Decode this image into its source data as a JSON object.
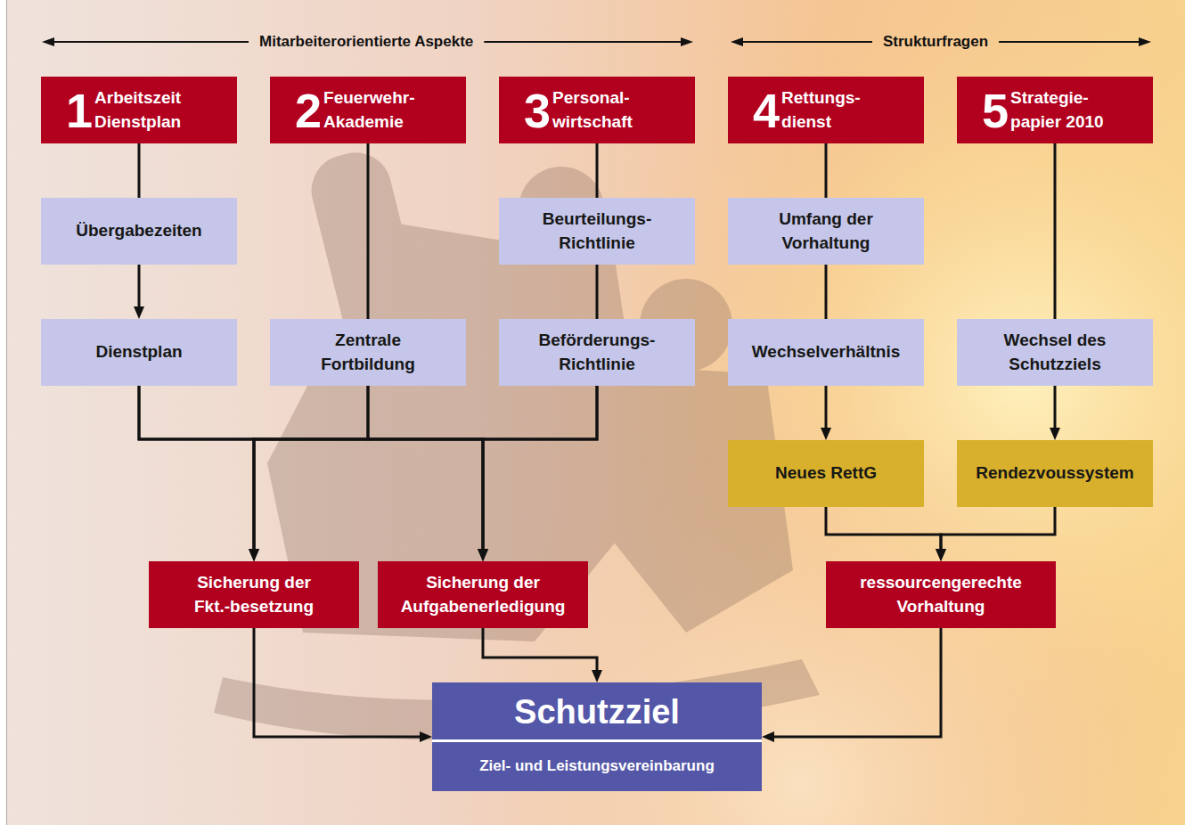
{
  "diagram": {
    "nodes": [
      {
        "text": [
          "1",
          "Arbeitszeit Dienstplan"
        ]
      },
      {
        "text": [
          "2",
          "Feuerwehr- Akademie"
        ]
      },
      {
        "text": [
          "3",
          "Personal- wirtschaft"
        ]
      },
      {
        "text": [
          "4",
          "Rettungs- dienst"
        ]
      },
      {
        "text": [
          "5",
          "Strategie- papier 2010"
        ]
      },
      {
        "text": [
          "Übergabezeiten"
        ]
      },
      {
        "text": [
          "Beurteilungs- Richtlinie"
        ]
      },
      {
        "text": [
          "Umfang der Vorhaltung"
        ]
      },
      {
        "text": [
          "Dienstplan"
        ]
      },
      {
        "text": [
          "Zentrale Fortbildung"
        ]
      },
      {
        "text": [
          "Beförderungs- Richtlinie"
        ]
      },
      {
        "text": [
          "Wechselverhältnis"
        ]
      },
      {
        "text": [
          "Wechsel des Schutzziels"
        ]
      },
      {
        "text": [
          "Neues RettG"
        ]
      },
      {
        "text": [
          "Rendezvoussystem"
        ]
      },
      {
        "text": [
          "Sicherung der Fkt.-besetzung"
        ]
      },
      {
        "text": [
          "Sicherung der Aufgabenerledigung"
        ]
      },
      {
        "text": [
          "ressourcengerechte Vorhaltung"
        ]
      },
      {
        "text": [
          "Schutzziel",
          "Ziel- und Leistungsvereinbarung"
        ]
      }
    ],
    "edges": [
      {
        "from": 0,
        "to": 5,
        "arrow": "none"
      },
      {
        "from": 5,
        "to": 8,
        "arrow": "to"
      },
      {
        "from": 1,
        "to": 9,
        "arrow": "none"
      },
      {
        "from": 2,
        "to": 6,
        "arrow": "none"
      },
      {
        "from": 6,
        "to": 10,
        "arrow": "none"
      },
      {
        "from": 3,
        "to": 7,
        "arrow": "none"
      },
      {
        "from": 7,
        "to": 11,
        "arrow": "none"
      },
      {
        "from": 11,
        "to": 13,
        "arrow": "to"
      },
      {
        "from": 4,
        "to": 12,
        "arrow": "none"
      },
      {
        "from": 12,
        "to": 14,
        "arrow": "to"
      },
      {
        "from": 8,
        "to": 15,
        "arrow": "to"
      },
      {
        "from": 8,
        "to": 16,
        "arrow": "to"
      },
      {
        "from": 9,
        "to": 15,
        "arrow": "to"
      },
      {
        "from": 9,
        "to": 16,
        "arrow": "to"
      },
      {
        "from": 10,
        "to": 15,
        "arrow": "to"
      },
      {
        "from": 10,
        "to": 16,
        "arrow": "to"
      },
      {
        "from": 13,
        "to": 17,
        "arrow": "to"
      },
      {
        "from": 14,
        "to": 17,
        "arrow": "to"
      },
      {
        "from": 15,
        "to": 18,
        "arrow": "to"
      },
      {
        "from": 16,
        "to": 18,
        "arrow": "to"
      },
      {
        "from": 17,
        "to": 18,
        "arrow": "to"
      }
    ],
    "labels": [
      "Mitarbeiterorientierte Aspekte",
      "Strukturfragen"
    ]
  }
}
